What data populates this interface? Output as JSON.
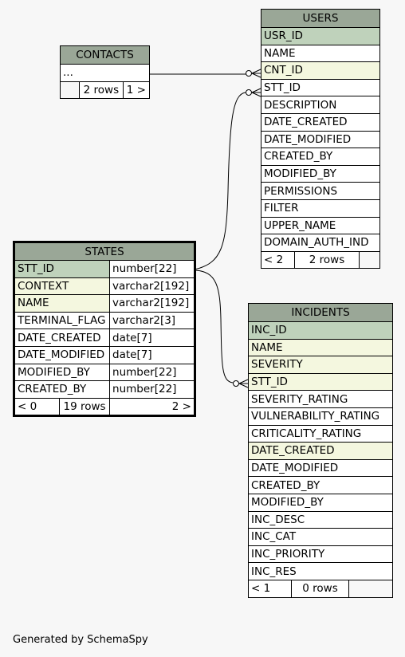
{
  "contacts": {
    "title": "CONTACTS",
    "rows": [
      "..."
    ],
    "footer": [
      "",
      "2 rows",
      "1 >"
    ]
  },
  "users": {
    "title": "USERS",
    "columns": [
      {
        "name": "USR_ID",
        "kind": "pk"
      },
      {
        "name": "NAME",
        "kind": "plain"
      },
      {
        "name": "CNT_ID",
        "kind": "fk"
      },
      {
        "name": "STT_ID",
        "kind": "plain"
      },
      {
        "name": "DESCRIPTION",
        "kind": "plain"
      },
      {
        "name": "DATE_CREATED",
        "kind": "plain"
      },
      {
        "name": "DATE_MODIFIED",
        "kind": "plain"
      },
      {
        "name": "CREATED_BY",
        "kind": "plain"
      },
      {
        "name": "MODIFIED_BY",
        "kind": "plain"
      },
      {
        "name": "PERMISSIONS",
        "kind": "plain"
      },
      {
        "name": "FILTER",
        "kind": "plain"
      },
      {
        "name": "UPPER_NAME",
        "kind": "plain"
      },
      {
        "name": "DOMAIN_AUTH_IND",
        "kind": "plain"
      }
    ],
    "footer": [
      "< 2",
      "2 rows",
      ""
    ]
  },
  "states": {
    "title": "STATES",
    "columns": [
      {
        "name": "STT_ID",
        "type": "number[22]",
        "kind": "pk"
      },
      {
        "name": "CONTEXT",
        "type": "varchar2[192]",
        "kind": "fk"
      },
      {
        "name": "NAME",
        "type": "varchar2[192]",
        "kind": "fk"
      },
      {
        "name": "TERMINAL_FLAG",
        "type": "varchar2[3]",
        "kind": "plain"
      },
      {
        "name": "DATE_CREATED",
        "type": "date[7]",
        "kind": "plain"
      },
      {
        "name": "DATE_MODIFIED",
        "type": "date[7]",
        "kind": "plain"
      },
      {
        "name": "MODIFIED_BY",
        "type": "number[22]",
        "kind": "plain"
      },
      {
        "name": "CREATED_BY",
        "type": "number[22]",
        "kind": "plain"
      }
    ],
    "footer": [
      "< 0",
      "19 rows",
      "2 >"
    ]
  },
  "incidents": {
    "title": "INCIDENTS",
    "columns": [
      {
        "name": "INC_ID",
        "kind": "pk"
      },
      {
        "name": "NAME",
        "kind": "fk"
      },
      {
        "name": "SEVERITY",
        "kind": "fk"
      },
      {
        "name": "STT_ID",
        "kind": "fk"
      },
      {
        "name": "SEVERITY_RATING",
        "kind": "plain"
      },
      {
        "name": "VULNERABILITY_RATING",
        "kind": "plain"
      },
      {
        "name": "CRITICALITY_RATING",
        "kind": "plain"
      },
      {
        "name": "DATE_CREATED",
        "kind": "fk"
      },
      {
        "name": "DATE_MODIFIED",
        "kind": "plain"
      },
      {
        "name": "CREATED_BY",
        "kind": "plain"
      },
      {
        "name": "MODIFIED_BY",
        "kind": "plain"
      },
      {
        "name": "INC_DESC",
        "kind": "plain"
      },
      {
        "name": "INC_CAT",
        "kind": "plain"
      },
      {
        "name": "INC_PRIORITY",
        "kind": "plain"
      },
      {
        "name": "INC_RES",
        "kind": "plain"
      }
    ],
    "footer": [
      "< 1",
      "0 rows",
      ""
    ]
  },
  "relationships": [
    {
      "from": "contacts",
      "to": "users.CNT_ID"
    },
    {
      "from": "states.STT_ID",
      "to": "users.STT_ID"
    },
    {
      "from": "states.STT_ID",
      "to": "incidents.STT_ID"
    }
  ],
  "credit": "Generated by SchemaSpy"
}
